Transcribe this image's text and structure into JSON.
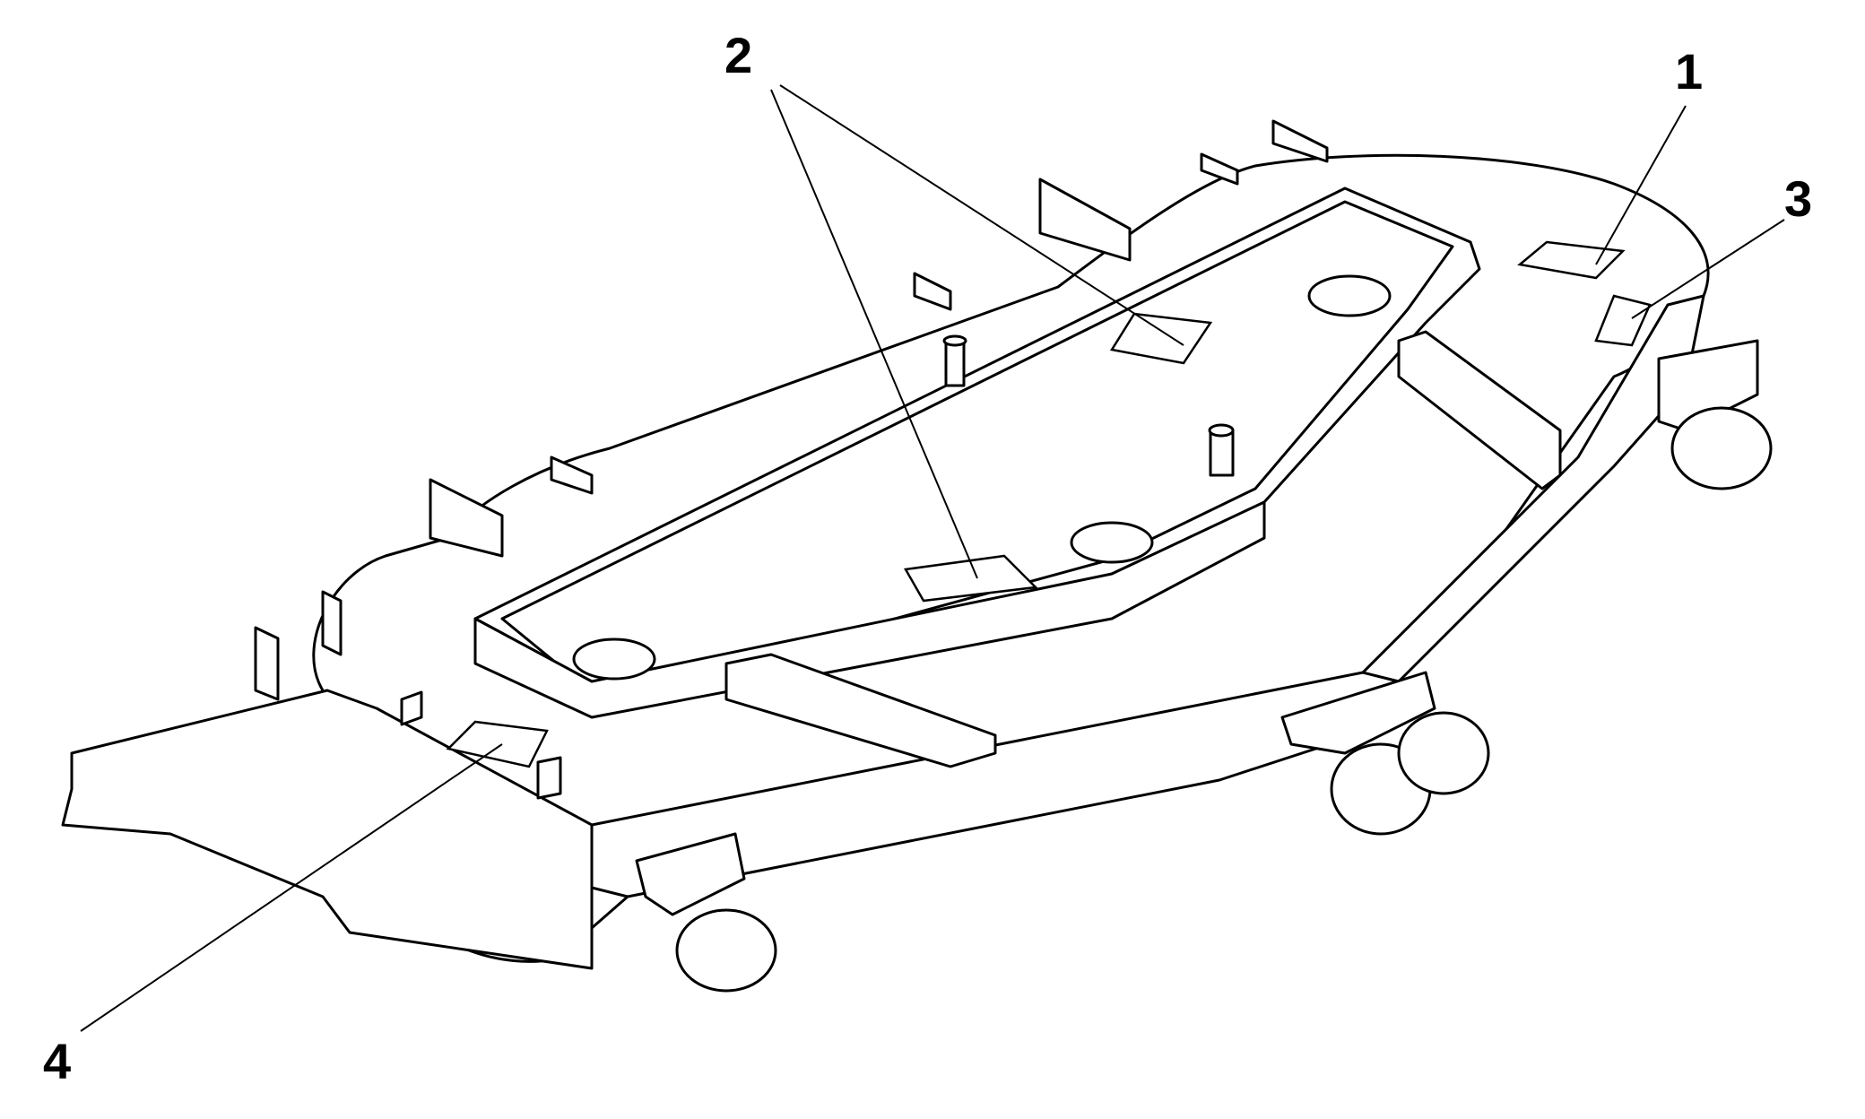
{
  "figure": {
    "subject": "mower-deck-decal-locations",
    "line_color": "#000000",
    "fill_color": "#ffffff",
    "callouts": [
      {
        "id": "1",
        "label": "1"
      },
      {
        "id": "2",
        "label": "2"
      },
      {
        "id": "3",
        "label": "3"
      },
      {
        "id": "4",
        "label": "4"
      }
    ]
  }
}
